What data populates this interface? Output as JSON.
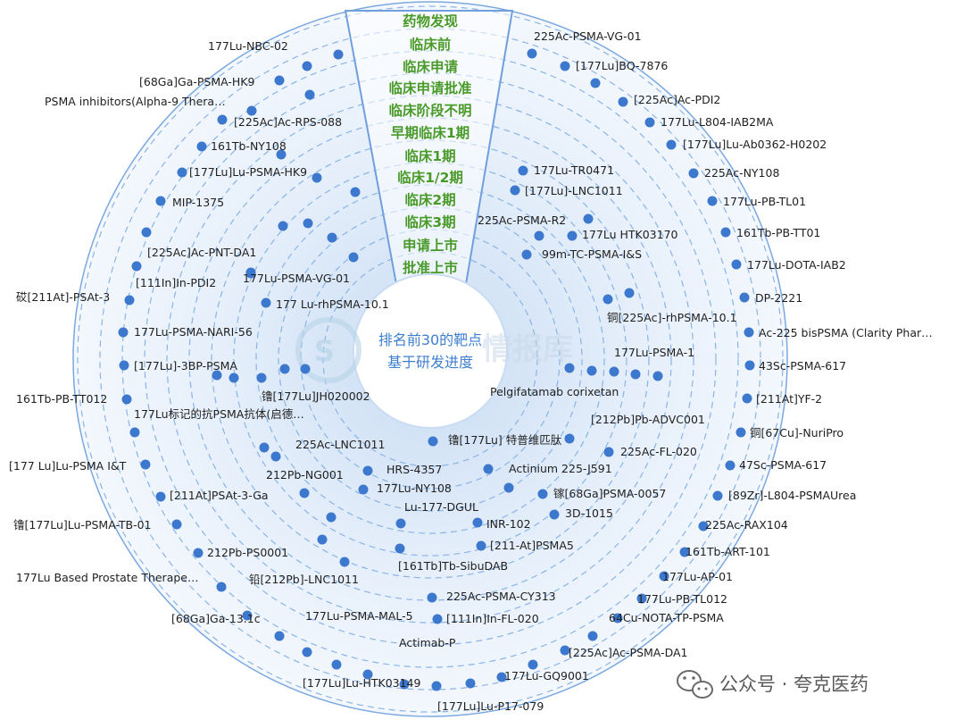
{
  "center": {
    "line1": "排名前30的靶点",
    "line2": "基于研发进度"
  },
  "watermark": "情报库",
  "brand": {
    "text": "公众号 · 夸克医药"
  },
  "colors": {
    "dot": "#3d78cf",
    "ring": "#8ab4e6",
    "stage_text": "#4a9a2a",
    "center_text": "#3f7fcf",
    "disc": "#e9f1fb"
  },
  "stages": [
    "药物发现",
    "临床前",
    "临床申请",
    "临床申请批准",
    "临床阶段不明",
    "早期临床1期",
    "临床1期",
    "临床1/2期",
    "临床2期",
    "临床3期",
    "申请上市",
    "批准上市"
  ],
  "drugs": [
    "225Ac-PSMA-VG-01",
    "[177Lu]BQ-7876",
    "[225Ac]Ac-PDI2",
    "177Lu-L804-IAB2MA",
    "[177Lu]Lu-Ab0362-H0202",
    "225Ac-NY108",
    "177Lu-PB-TL01",
    "161Tb-PB-TT01",
    "177Lu-DOTA-IAB2",
    "DP-2221",
    "Ac-225 bisPSMA (Clarity Phar…",
    "43Sc-PSMA-617",
    "[211At]YF-2",
    "铜[67Cu]-NuriPro",
    "47Sc-PSMA-617",
    "[89Zr]-L804-PSMAUrea",
    "225Ac-RAX104",
    "161Tb-ART-101",
    "177Lu-AP-01",
    "177Lu-PB-TL012",
    "64Cu-NOTA-TP-PSMA",
    "[225Ac]Ac-PSMA-DA1",
    "177Lu-GQ9001",
    "[177Lu]Lu-P17-079",
    "[177Lu]Lu-HTK03149",
    "Actimab-P",
    "[68Ga]Ga-13.1c",
    "177Lu Based Prostate Therape…",
    "镥[177Lu]Lu-PSMA-TB-01",
    "[177 Lu]Lu-PSMA I&T",
    "161Tb-PB-TT012",
    "砹[211At]-PSAt-3",
    "PSMA inhibitors(Alpha-9 Thera…",
    "MIP-1375",
    "[68Ga]Ga-PSMA-HK9",
    "177Lu-NBC-02",
    "[225Ac]Ac-RPS-088",
    "161Tb-NY108",
    "[177Lu]Lu-PSMA-HK9",
    "[225Ac]Ac-PNT-DA1",
    "[111In]In-PDI2",
    "177Lu-PSMA-VG-01",
    "177 Lu-rhPSMA-10.1",
    "177Lu-PSMA-NARI-56",
    "[177Lu]-3BP-PSMA",
    "镥[177Lu]JH020002",
    "177Lu标记的抗PSMA抗体(启德…",
    "225Ac-LNC1011",
    "212Pb-NG001",
    "HRS-4357",
    "177Lu-NY108",
    "[211At]PSAt-3-Ga",
    "212Pb-PS0001",
    "铅[212Pb]-LNC1011",
    "177Lu-PSMA-MAL-5",
    "[111In]In-FL-020",
    "225Ac-PSMA-CY313",
    "[161Tb]Tb-SibuDAB",
    "[211-At]PSMA5",
    "INR-102",
    "Lu-177-DGUL",
    "3D-1015",
    "镓[68Ga]PSMA-0057",
    "Actinium 225-J591",
    "镥[177Lu] 特普维匹肽",
    "225Ac-FL-020",
    "[212Pb]Pb-ADVC001",
    "Pelgifatamab corixetan",
    "177Lu-PSMA-1",
    "铜[225Ac]-rhPSMA-10.1",
    "99m-TC-PSMA-I&S",
    "177Lu HTK03170",
    "225Ac-PSMA-R2",
    "[177Lu]-LNC1011",
    "177Lu-TR0471"
  ]
}
